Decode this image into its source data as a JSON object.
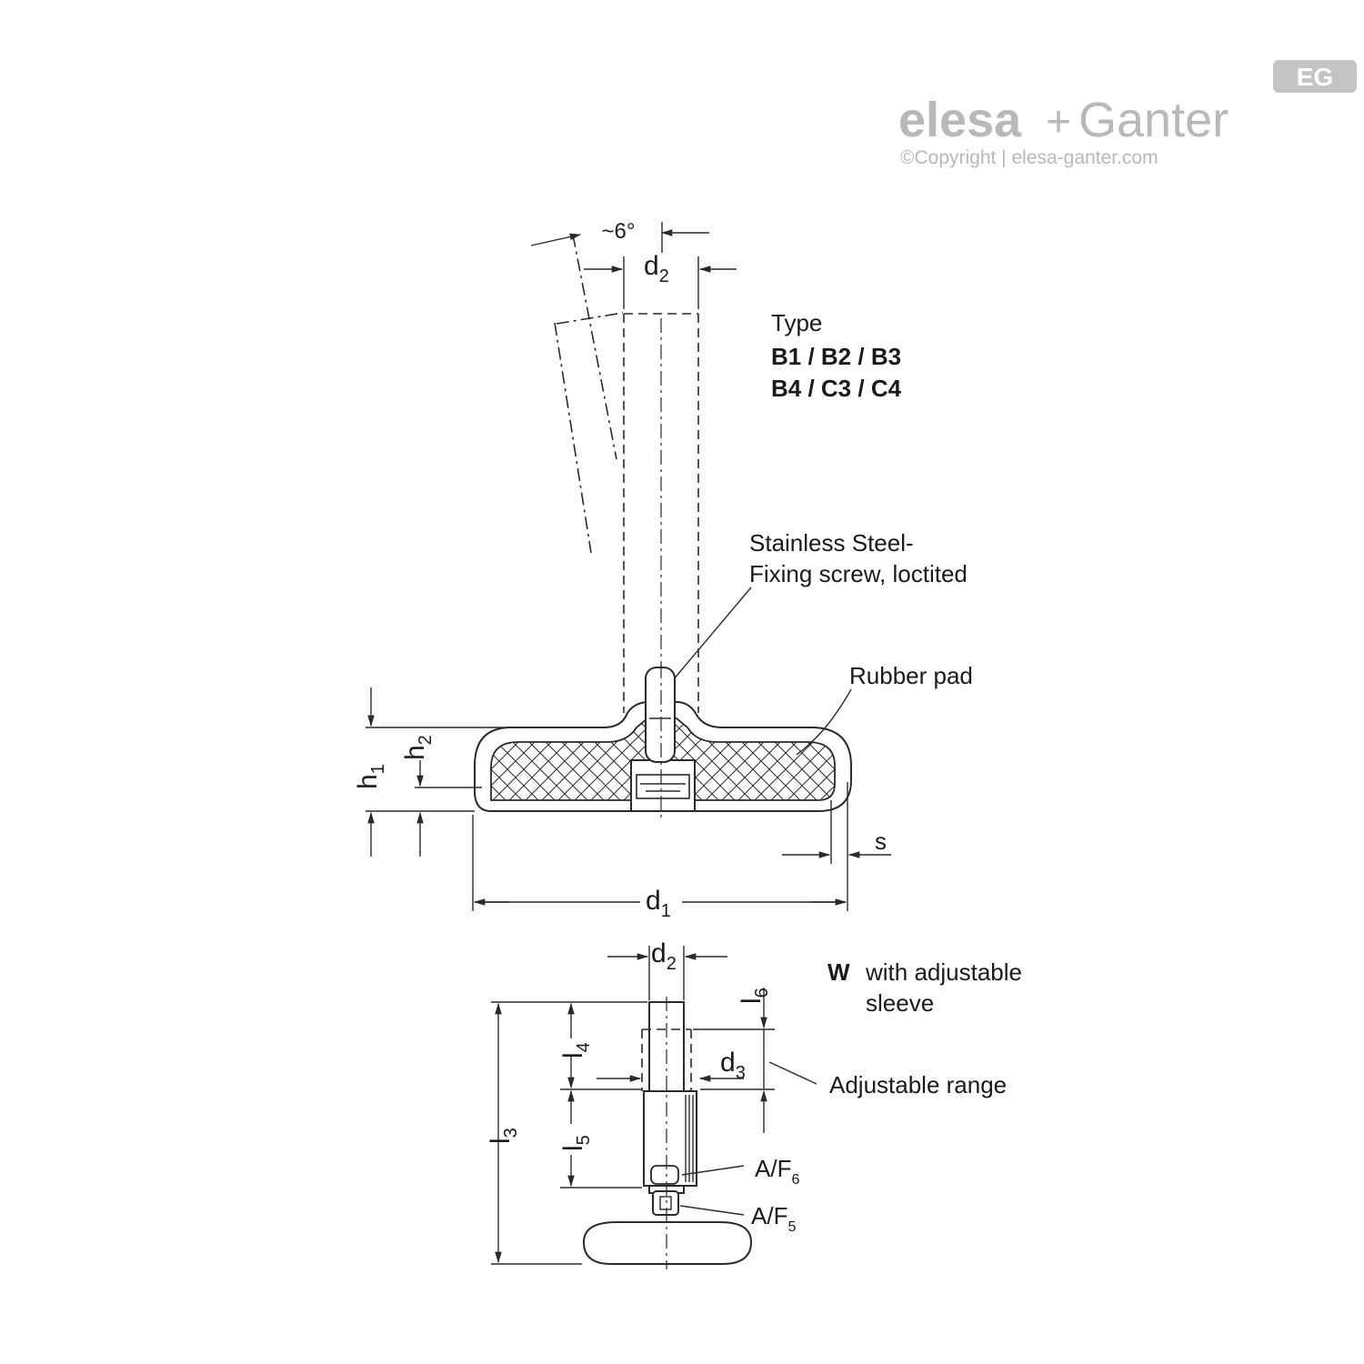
{
  "logo": {
    "brand_left": "elesa",
    "plus": "+",
    "brand_right": "Ganter",
    "badge": "EG",
    "copyright": "©Copyright | elesa-ganter.com"
  },
  "angle_label": "~6°",
  "dims": {
    "d2_top": "d",
    "d2_top_sub": "2",
    "d2_bottom": "d",
    "d2_bottom_sub": "2",
    "d1": "d",
    "d1_sub": "1",
    "h1": "h",
    "h1_sub": "1",
    "h2": "h",
    "h2_sub": "2",
    "s": "s",
    "d3": "d",
    "d3_sub": "3",
    "l3": "l",
    "l3_sub": "3",
    "l4": "l",
    "l4_sub": "4",
    "l5": "l",
    "l5_sub": "5",
    "l6": "l",
    "l6_sub": "6"
  },
  "type_block": {
    "heading": "Type",
    "line1": "B1 / B2 / B3",
    "line2": "B4 / C3 / C4"
  },
  "callouts": {
    "screw_line1": "Stainless Steel-",
    "screw_line2": "Fixing screw, loctited",
    "rubber_pad": "Rubber pad",
    "adjustable_range": "Adjustable range",
    "af6": "A/F",
    "af6_sub": "6",
    "af5": "A/F",
    "af5_sub": "5"
  },
  "w_block": {
    "letter": "W",
    "line1": "with adjustable",
    "line2": "sleeve"
  }
}
